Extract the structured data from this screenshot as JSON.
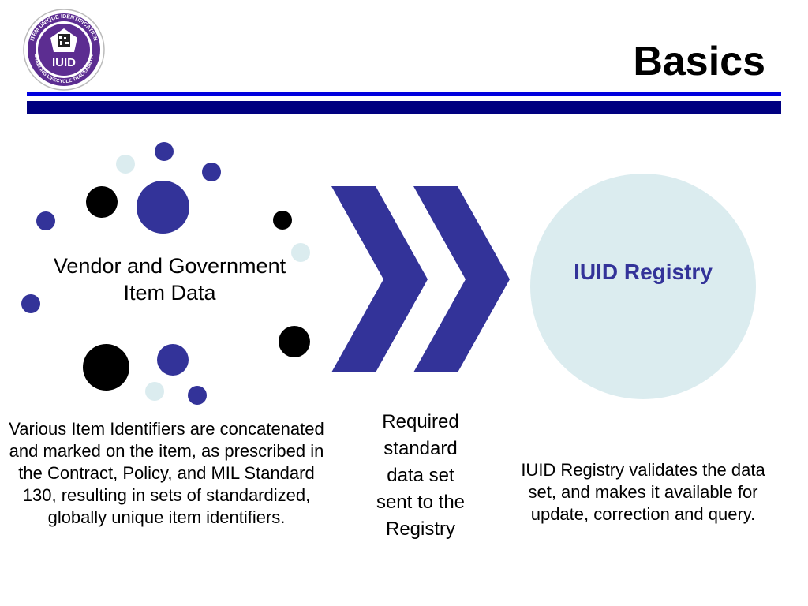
{
  "slide": {
    "title": "Basics",
    "logo": {
      "ring_text_top": "ITEM UNIQUE IDENTIFICATION",
      "ring_text_bottom": "ENABLING LIFECYCLE TRACEABILITY",
      "center_text": "IUID"
    },
    "vendor_label": "Vendor and Government Item Data",
    "registry_label": "IUID Registry",
    "left_description": "Various Item Identifiers are concatenated and marked on the item, as prescribed in the Contract, Policy, and MIL Standard 130, resulting in sets of standardized, globally unique item identifiers.",
    "middle_description": "Required standard data set sent to the Registry",
    "right_description": "IUID Registry validates the data set, and makes it available for update, correction and query."
  },
  "colors": {
    "navy": "#000080",
    "blue_bar": "#0000dd",
    "indigo": "#333399",
    "light_teal": "#dbecef",
    "black": "#000000",
    "logo_purple": "#5c2d91"
  },
  "icons": {
    "arrows": "double-chevron-right",
    "logo": "iuid-badge"
  }
}
